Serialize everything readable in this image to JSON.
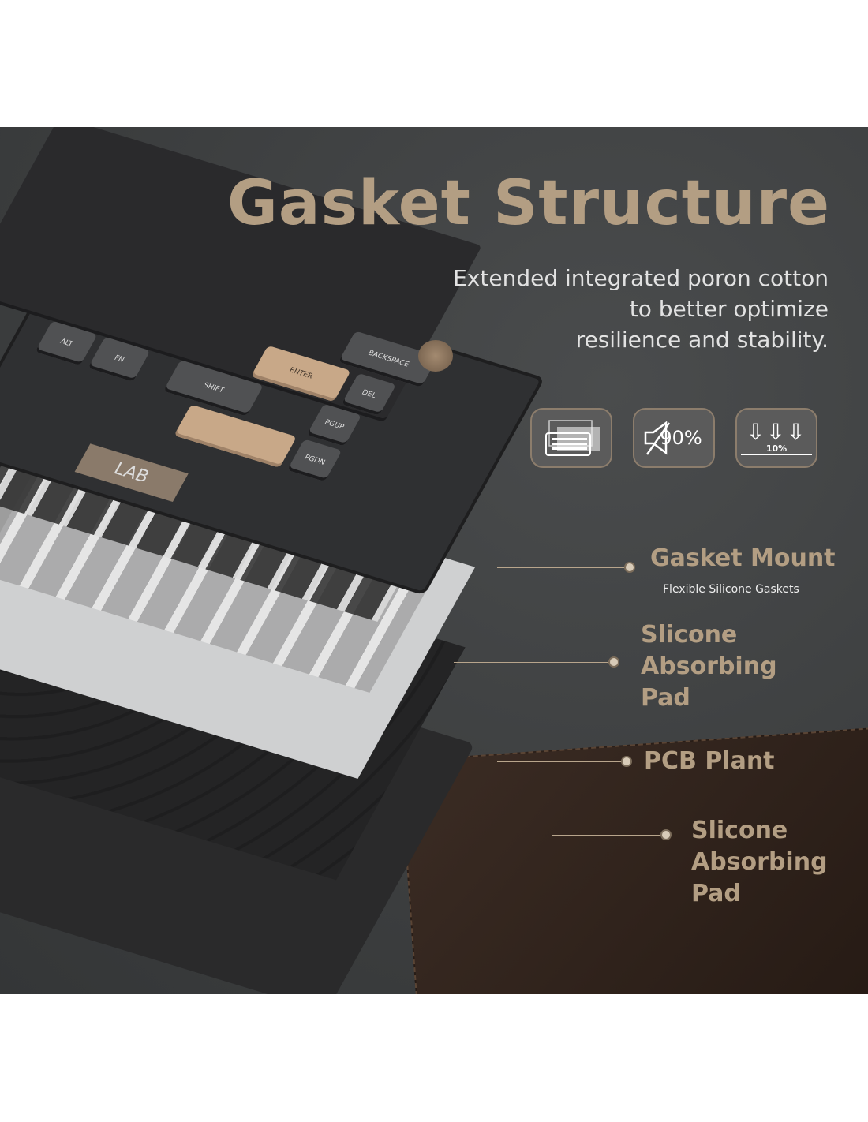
{
  "title": "Gasket Structure",
  "description": [
    "Extended integrated poron cotton",
    "to better optimize",
    "resilience and stability."
  ],
  "icons": [
    {
      "name": "layered-plate-icon"
    },
    {
      "name": "mute-90-icon",
      "text": "90%"
    },
    {
      "name": "pressure-down-icon",
      "text": "10%"
    }
  ],
  "labels": {
    "gasket_mount": "Gasket Mount",
    "gasket_mount_sub": "Flexible Silicone Gaskets",
    "absorbing_pad_1": [
      "Slicone",
      "Absorbing",
      "Pad"
    ],
    "pcb_plant": "PCB Plant",
    "absorbing_pad_2": [
      "Slicone",
      "Absorbing",
      "Pad"
    ]
  },
  "keycaps": {
    "backspace": "BACKSPACE",
    "enter": "ENTER",
    "shift": "SHIFT",
    "alt": "ALT",
    "fn": "FN",
    "del": "DEL",
    "pgup": "PGUP",
    "pgdn": "PGDN",
    "badge": "LAB"
  },
  "colors": {
    "accent": "#b39e83",
    "background": "#3d3f40"
  }
}
